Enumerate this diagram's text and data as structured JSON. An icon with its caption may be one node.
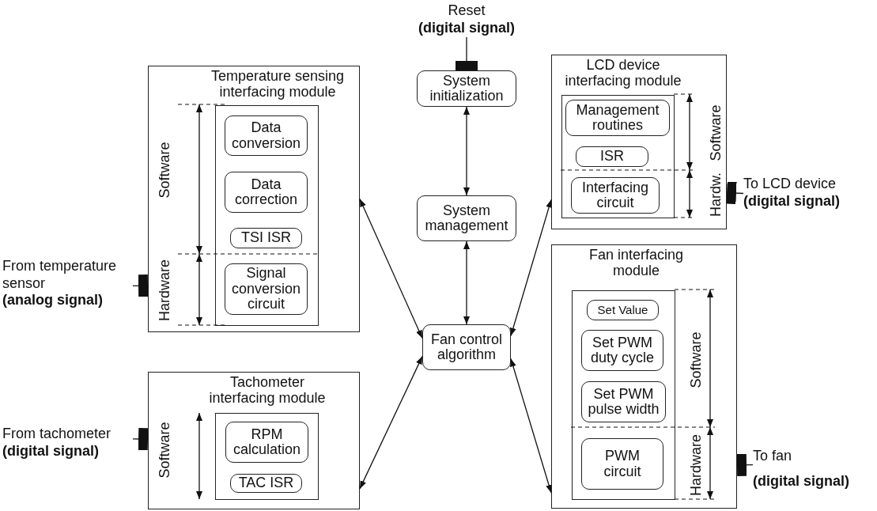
{
  "diagram": {
    "nodes": [
      {
        "text": [
          "Temperature sensing interfacing module"
        ]
      },
      {
        "text": [],
        "shape": "box",
        "in": 0
      },
      {
        "text": [
          "Data conversion"
        ],
        "in": 1
      },
      {
        "text": [
          "Data correction"
        ],
        "in": 1
      },
      {
        "text": [
          "TSI ISR"
        ],
        "in": 1
      },
      {
        "text": [
          "Signal conversion circuit"
        ],
        "in": 1
      },
      {
        "text": [
          "Tachometer interfacing module"
        ]
      },
      {
        "text": [],
        "shape": "box",
        "in": 6
      },
      {
        "text": [
          "RPM calculation"
        ],
        "in": 7
      },
      {
        "text": [
          "TAC ISR"
        ],
        "in": 7
      },
      {
        "text": [
          "System initialization"
        ]
      },
      {
        "text": [
          "System management"
        ]
      },
      {
        "text": [
          "Fan control algorithm"
        ]
      },
      {
        "text": [
          "LCD device interfacing module"
        ]
      },
      {
        "text": [],
        "shape": "box",
        "in": 13
      },
      {
        "text": [
          "Management routines"
        ],
        "in": 14
      },
      {
        "text": [
          "ISR"
        ],
        "in": 14
      },
      {
        "text": [
          "Interfacing circuit"
        ],
        "in": 14
      },
      {
        "text": [
          "Fan interfacing module"
        ]
      },
      {
        "text": [],
        "shape": "box",
        "in": 18
      },
      {
        "text": [
          "Set Value"
        ],
        "in": 19
      },
      {
        "text": [
          "Set PWM duty cycle"
        ],
        "in": 19
      },
      {
        "text": [
          "Set PWM pulse width"
        ],
        "in": 19
      },
      {
        "text": [
          "PWM circuit"
        ],
        "in": 19
      },
      {
        "text": [
          "Reset",
          "(digital signal)"
        ]
      },
      {
        "text": [
          "From temperature sensor",
          "(analog signal)"
        ]
      },
      {
        "text": [
          "From tachometer",
          "(digital signal)"
        ]
      },
      {
        "text": [
          "To LCD device",
          "(digital signal)"
        ]
      },
      {
        "text": [
          "To fan",
          "(digital signal)"
        ]
      }
    ],
    "edges": [
      {
        "from": 10,
        "to": 11,
        "arrow": "both"
      },
      {
        "from": 11,
        "to": 12,
        "arrow": "both"
      },
      {
        "from": 12,
        "to": 0,
        "arrow": "both"
      },
      {
        "from": 12,
        "to": 6,
        "arrow": "both"
      },
      {
        "from": 12,
        "to": 13,
        "arrow": "both"
      },
      {
        "from": 12,
        "to": 18,
        "arrow": "both"
      },
      {
        "from": 24,
        "to": 10,
        "arrow": "other"
      },
      {
        "from": 25,
        "to": 0,
        "arrow": "other"
      },
      {
        "from": 26,
        "to": 6,
        "arrow": "other"
      },
      {
        "from": 27,
        "to": 13,
        "arrow": "other"
      },
      {
        "from": 28,
        "to": 18,
        "arrow": "other"
      }
    ],
    "labels": [
      "Software",
      "Hardware",
      "Software",
      "Software",
      "Hardw.",
      "Software",
      "Hardware"
    ]
  }
}
